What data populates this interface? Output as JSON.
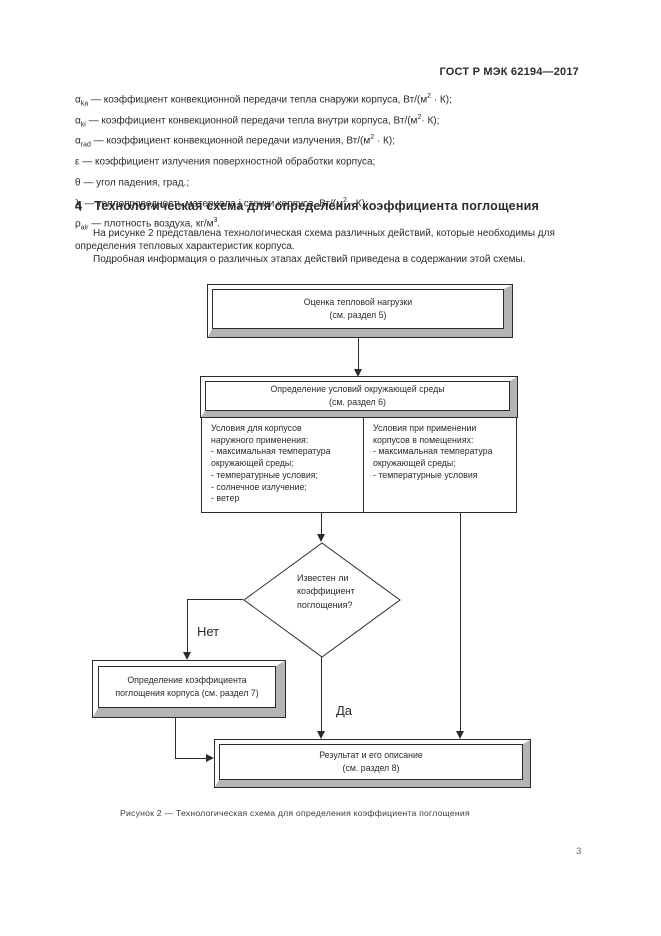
{
  "header": {
    "title": "ГОСТ Р МЭК 62194—2017"
  },
  "definitions": [
    {
      "sym": "α",
      "sub": "ka",
      "desc": " — коэффициент конвекционной передачи тепла снаружи корпуса, Вт/(м",
      "sup": "2",
      "tail": " · К);"
    },
    {
      "sym": "α",
      "sub": "ki",
      "desc": " — коэффициент конвекционной передачи тепла внутри корпуса, Вт/(м",
      "sup": "2",
      "tail": "· К);"
    },
    {
      "sym": "α",
      "sub": "rad",
      "desc": " — коэффициент конвекционной передачи излучения, Вт/(м",
      "sup": "2",
      "tail": " · К);"
    },
    {
      "sym": "ε",
      "sub": "",
      "desc": " — коэффициент излучения поверхностной обработки корпуса;",
      "sup": "",
      "tail": ""
    },
    {
      "sym": "θ",
      "sub": "",
      "desc": " — угол падения, град.;",
      "sup": "",
      "tail": ""
    },
    {
      "sym": "λ",
      "sub": "j",
      "desc": " — теплопроводность материала j стенки корпуса, Вт/(м",
      "sup": "2",
      "tail": " · К);"
    },
    {
      "sym": "ρ",
      "sub": "air",
      "desc": " — плотность воздуха, кг/м",
      "sup": "3",
      "tail": "."
    }
  ],
  "section": {
    "number": "4",
    "title": "Технологическая схема для определения коэффициента поглощения"
  },
  "paragraphs": {
    "p1": "На рисунке 2 представлена технологическая схема различных действий, которые необходимы для\nопределения тепловых характеристик корпуса.",
    "p2": "Подробная информация о различных этапах действий приведена в содержании этой схемы."
  },
  "flowchart": {
    "box_heat_load": "Оценка тепловой нагрузки\n(см. раздел 5)",
    "box_env": "Определение условий окружающей среды\n(см. раздел 6)",
    "cond_outdoor": "Условия для корпусов\nнаружного применения:\n- максимальная температура\nокружающей среды;\n- температурные условия;\n- солнечное излучение;\n- ветер",
    "cond_indoor": "Условия при применении\nкорпусов в помещениях:\n- максимальная температура\nокружающей среды;\n- температурные условия",
    "decision": "Известен ли\nкоэффициент\nпоглощения?",
    "label_no": "Нет",
    "label_yes": "Да",
    "box_determine": "Определение коэффициента\nпоглощения корпуса (см. раздел 7)",
    "box_result": "Результат и его описание\n(см. раздел 8)"
  },
  "caption": "Рисунок 2 — Технологическая схема для определения коэффициента поглощения",
  "page_number": "3",
  "colors": {
    "ink": "#2b2b2b",
    "bevel_shade": "#b4b4b4"
  }
}
